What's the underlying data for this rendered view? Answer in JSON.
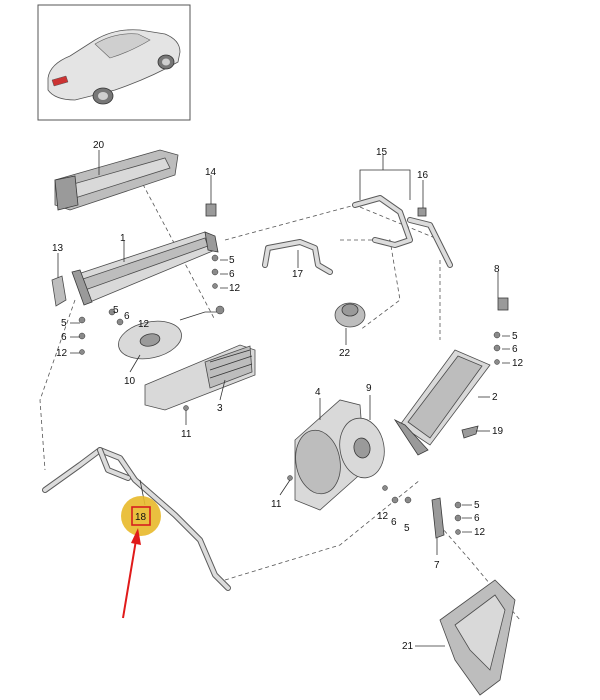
{
  "callouts": {
    "c1": "1",
    "c2": "2",
    "c3": "3",
    "c4": "4",
    "c5a": "5",
    "c5b": "5",
    "c5c": "5",
    "c5d": "5",
    "c5e": "5",
    "c5f": "5",
    "c6a": "6",
    "c6b": "6",
    "c6c": "6",
    "c6d": "6",
    "c6e": "6",
    "c6f": "6",
    "c7": "7",
    "c8": "8",
    "c9": "9",
    "c10": "10",
    "c11a": "11",
    "c11b": "11",
    "c12a": "12",
    "c12b": "12",
    "c12c": "12",
    "c12d": "12",
    "c12e": "12",
    "c12f": "12",
    "c13": "13",
    "c14": "14",
    "c15": "15",
    "c16": "16",
    "c17": "17",
    "c18": "18",
    "c19": "19",
    "c20": "20",
    "c21": "21",
    "c22": "22"
  },
  "colors": {
    "highlight_circle": "#e8b92a",
    "highlight_box": "#d61f1f",
    "arrow": "#e01a1a"
  },
  "icons": {
    "vehicle": "car-thumbnail",
    "pointer": "red-arrow"
  }
}
